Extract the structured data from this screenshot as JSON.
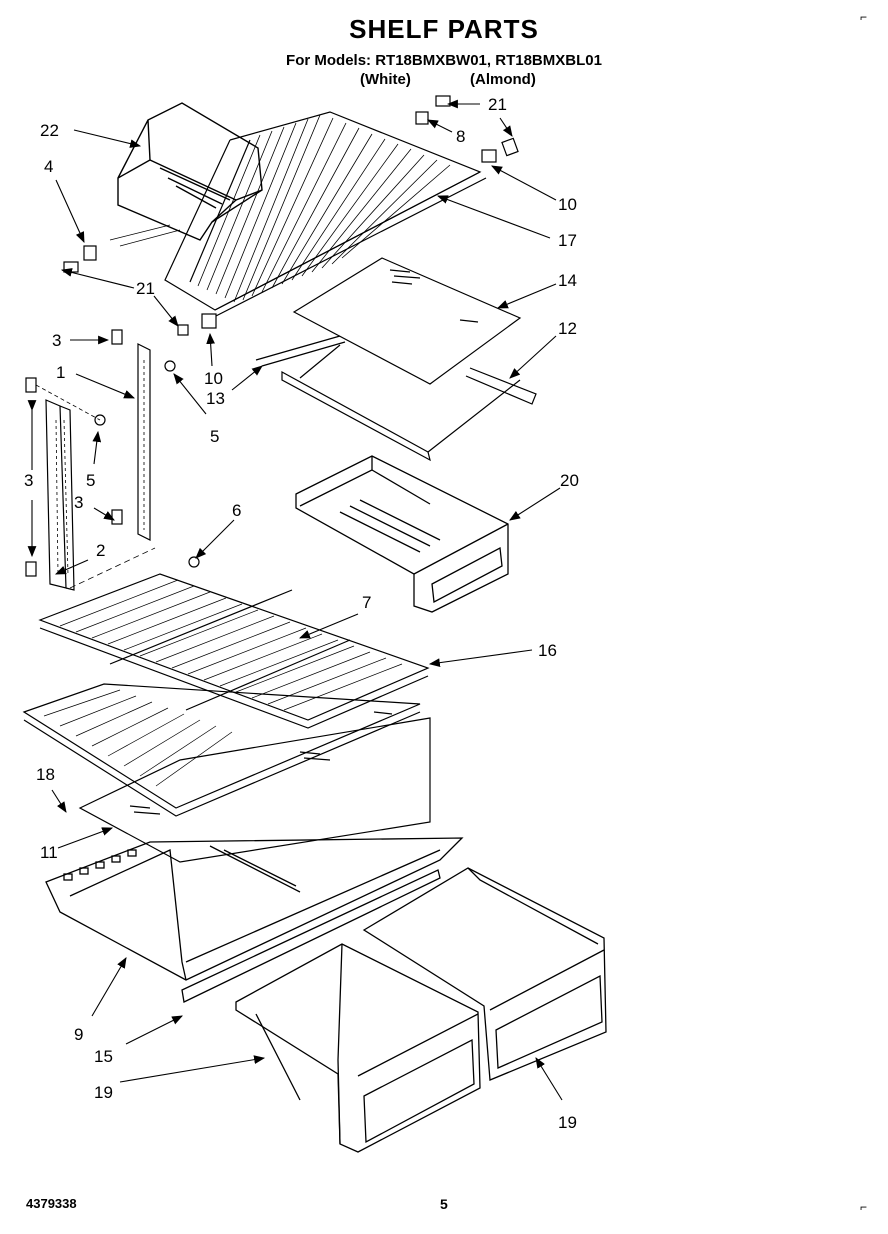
{
  "header": {
    "title": "SHELF PARTS",
    "models_line": "For Models: RT18BMXBW01, RT18BMXBL01",
    "variant_white": "(White)",
    "variant_almond": "(Almond)"
  },
  "footer": {
    "doc_number": "4379338",
    "page_number": "5"
  },
  "callouts": [
    "22",
    "4",
    "21",
    "8",
    "21",
    "10",
    "17",
    "14",
    "12",
    "3",
    "1",
    "21",
    "10",
    "13",
    "5",
    "3",
    "5",
    "3",
    "6",
    "2",
    "20",
    "7",
    "16",
    "18",
    "11",
    "9",
    "15",
    "19",
    "19"
  ]
}
